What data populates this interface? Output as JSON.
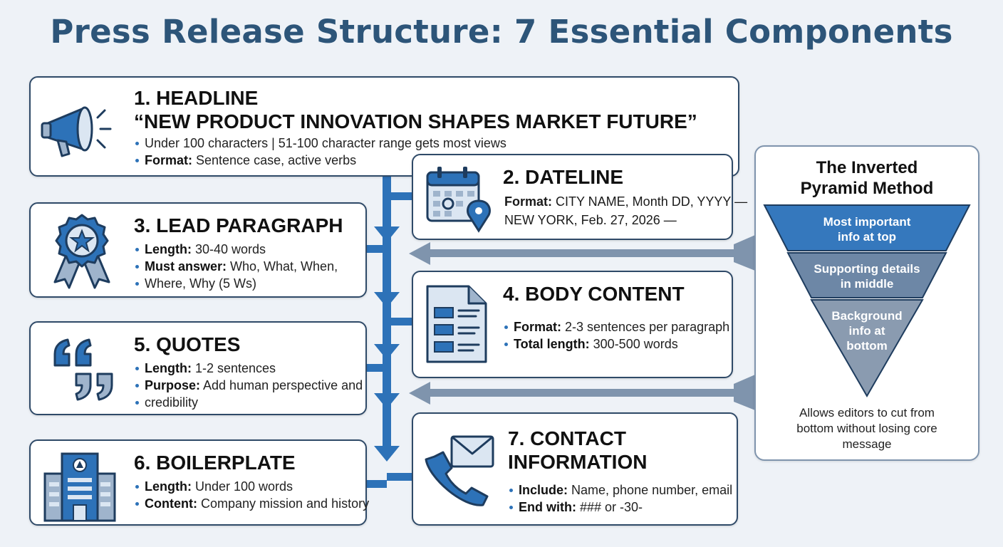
{
  "title": "Press Release Structure: 7 Essential Components",
  "colors": {
    "title": "#2d5579",
    "accent_blue": "#2d72b8",
    "card_border": "#2f4a68",
    "pyramid_top": "#3578bd",
    "pyramid_mid": "#6d87a6",
    "pyramid_bottom": "#8a9bb0"
  },
  "components": {
    "headline": {
      "heading": "1. HEADLINE",
      "example": "“NEW PRODUCT INNOVATION SHAPES MARKET FUTURE”",
      "bullet1": "Under 100 characters | 51-100 character range gets most views",
      "bullet2_label": "Format:",
      "bullet2_text": " Sentence case, active verbs",
      "icon": "megaphone-icon"
    },
    "dateline": {
      "heading": "2. DATELINE",
      "line1_label": "Format:",
      "line1_text": " CITY NAME, Month DD, YYYY —",
      "line2": "NEW YORK, Feb. 27, 2026 —",
      "icon": "calendar-location-icon"
    },
    "lead": {
      "heading": "3. LEAD PARAGRAPH",
      "bullet1_label": "Length:",
      "bullet1_text": " 30-40 words",
      "bullet2_label": "Must answer:",
      "bullet2_text": " Who, What, When,",
      "bullet2_cont": "Where, Why (5 Ws)",
      "icon": "award-ribbon-icon"
    },
    "body": {
      "heading": "4. BODY CONTENT",
      "bullet1_label": "Format:",
      "bullet1_text": " 2-3 sentences per paragraph",
      "bullet2_label": "Total length:",
      "bullet2_text": " 300-500 words",
      "icon": "document-icon"
    },
    "quotes": {
      "heading": "5. QUOTES",
      "bullet1_label": "Length:",
      "bullet1_text": " 1-2 sentences",
      "bullet2_label": "Purpose:",
      "bullet2_text": " Add human perspective and",
      "bullet2_cont": "credibility",
      "icon": "quote-marks-icon"
    },
    "boilerplate": {
      "heading": "6. BOILERPLATE",
      "bullet1_label": "Length:",
      "bullet1_text": " Under 100 words",
      "bullet2_label": "Content:",
      "bullet2_text": " Company mission and history",
      "icon": "building-icon"
    },
    "contact": {
      "heading_line1": "7. CONTACT",
      "heading_line2": "INFORMATION",
      "bullet1_label": "Include:",
      "bullet1_text": " Name, phone number, email",
      "bullet2_label": "End with:",
      "bullet2_text": " ### or -30-",
      "icon": "phone-envelope-icon"
    }
  },
  "pyramid": {
    "title_line1": "The Inverted",
    "title_line2": "Pyramid Method",
    "top_line1": "Most important",
    "top_line2": "info at top",
    "middle_line1": "Supporting details",
    "middle_line2": "in middle",
    "bottom_line1": "Background",
    "bottom_line2": "info at",
    "bottom_line3": "bottom",
    "caption_line1": "Allows editors to cut from",
    "caption_line2": "bottom without losing core",
    "caption_line3": "message"
  }
}
